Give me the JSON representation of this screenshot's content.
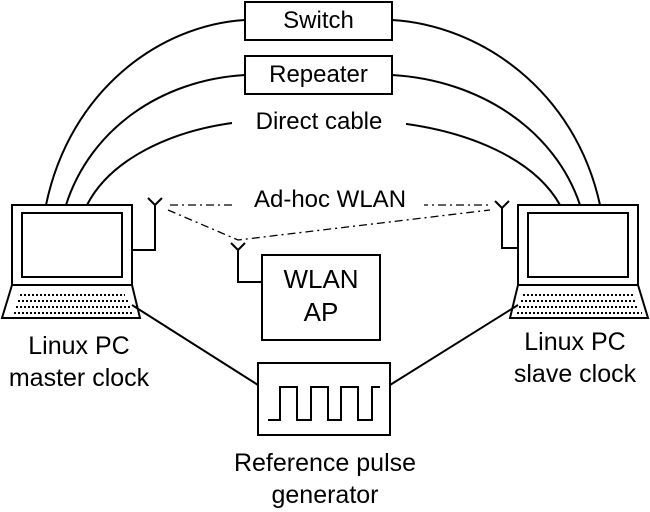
{
  "diagram": {
    "connections": {
      "switch": "Switch",
      "repeater": "Repeater",
      "direct_cable": "Direct cable",
      "adhoc_wlan": "Ad-hoc WLAN"
    },
    "wlan_ap": {
      "line1": "WLAN",
      "line2": "AP"
    },
    "master_pc": {
      "line1": "Linux PC",
      "line2": "master clock"
    },
    "slave_pc": {
      "line1": "Linux PC",
      "line2": "slave clock"
    },
    "pulse_generator": {
      "line1": "Reference pulse",
      "line2": "generator"
    }
  }
}
